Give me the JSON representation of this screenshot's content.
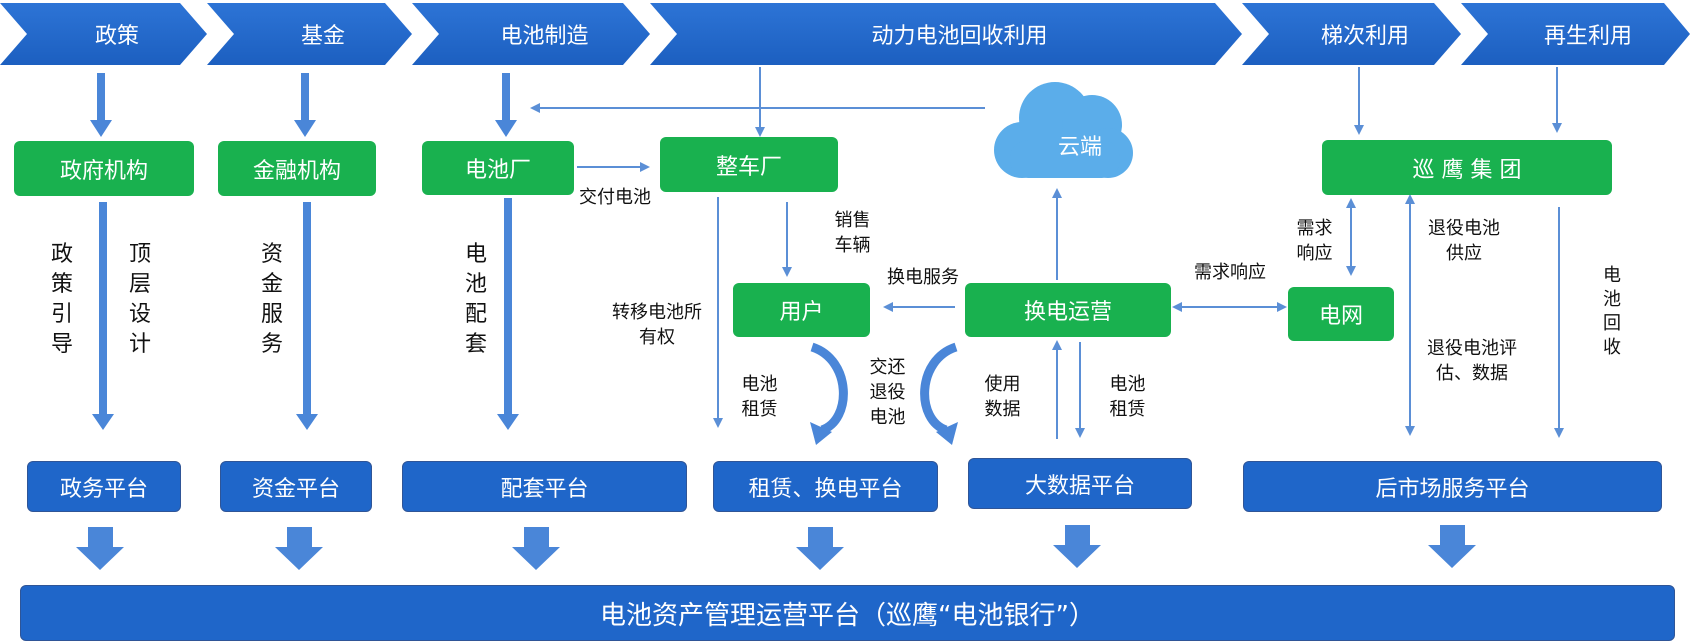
{
  "stages": [
    "政策",
    "基金",
    "电池制造",
    "动力电池回收利用",
    "梯次利用",
    "再生利用"
  ],
  "nodes": {
    "gov_agency": "政府机构",
    "finance_agency": "金融机构",
    "battery_factory": "电池厂",
    "oem": "整车厂",
    "cloud": "云端",
    "xunying_group": "巡 鹰 集 团",
    "user": "用户",
    "battery_swap": "换电运营",
    "grid": "电网"
  },
  "platforms": {
    "gov": "政务平台",
    "fund": "资金平台",
    "supporting": "配套平台",
    "lease_swap": "租赁、换电平台",
    "bigdata": "大数据平台",
    "aftermarket": "后市场服务平台"
  },
  "bottom": "电池资产管理运营平台（巡鹰“电池银行”）",
  "labels": {
    "policy_guide": "政策引导",
    "top_design": "顶层设计",
    "fund_service": "资金服务",
    "battery_supply": "电池配套",
    "deliver_battery": "交付电池",
    "sell_vehicle": "销售车辆",
    "transfer_ownership": "转移电池所有权",
    "swap_service": "换电服务",
    "demand_response_grid": "需求响应",
    "demand_response_group": "需求响应",
    "battery_lease_user": "电池租赁",
    "return_retired": "交还退役电池",
    "usage_data": "使用数据",
    "battery_lease_swap": "电池租赁",
    "retired_supply": "退役电池供应",
    "retired_assessment": "退役电池评估、数据",
    "battery_recycle": "电池回收"
  }
}
